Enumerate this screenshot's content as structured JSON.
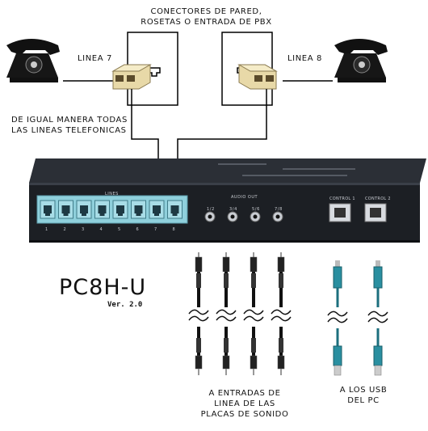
{
  "header": {
    "line1": "CONECTORES DE PARED,",
    "line2": "ROSETAS O ENTRADA DE PBX"
  },
  "lines": {
    "left": "LINEA 7",
    "right": "LINEA 8"
  },
  "note": {
    "line1": "DE IGUAL MANERA TODAS",
    "line2": "LAS LINEAS TELEFONICAS"
  },
  "device": {
    "lines_label": "LINES",
    "audio_label": "AUDIO OUT",
    "control1": "CONTROL 1",
    "control2": "CONTROL 2",
    "port_numbers": [
      "1",
      "2",
      "3",
      "4",
      "5",
      "6",
      "7",
      "8"
    ],
    "audio_numbers": [
      "1/2",
      "3/4",
      "5/6",
      "7/8"
    ]
  },
  "product": {
    "name": "PC8H-U",
    "version": "Ver. 2.0"
  },
  "captions": {
    "audio_line1": "A ENTRADAS DE",
    "audio_line2": "LINEA DE LAS",
    "audio_line3": "PLACAS DE SONIDO",
    "usb_line1": "A LOS USB",
    "usb_line2": "DEL PC"
  },
  "colors": {
    "device_body": "#1c1f24",
    "rj_port": "#8fd0dc",
    "adapter": "#e8d9a8",
    "usb_cable": "#2a8fa0"
  }
}
